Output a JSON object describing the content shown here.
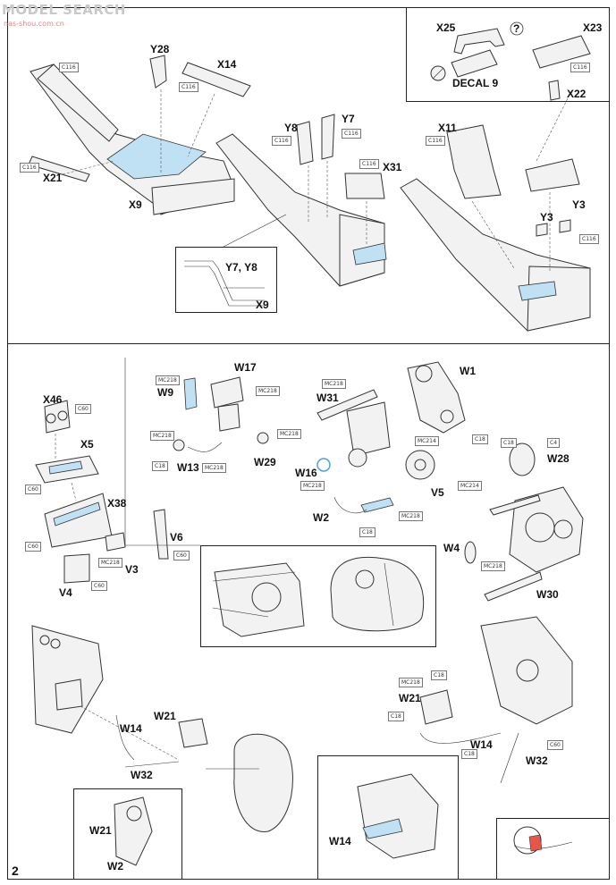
{
  "watermark": {
    "brand": "MODEL SEARCH",
    "site": "nas-shou.com.cn"
  },
  "page_number": "2",
  "top_section": {
    "parts": {
      "y28": "Y28",
      "x14": "X14",
      "x21": "X21",
      "x9": "X9",
      "y8": "Y8",
      "y7": "Y7",
      "x31": "X31",
      "y7y8": "Y7, Y8",
      "x9_detail": "X9",
      "x25": "X25",
      "decal": "DECAL 9",
      "x23": "X23",
      "x22": "X22",
      "x11": "X11",
      "y3a": "Y3",
      "y3b": "Y3",
      "question": "?"
    },
    "refs": {
      "c116a": "C116",
      "c116b": "C116",
      "c116c": "C116",
      "c116d": "C116",
      "c116e": "C116",
      "c116f": "C116",
      "c116g": "C116",
      "c116h": "C116",
      "c116i": "C116"
    }
  },
  "bottom_section": {
    "parts": {
      "x46": "X46",
      "x5": "X5",
      "x38": "X38",
      "v6": "V6",
      "v3": "V3",
      "v4": "V4",
      "w17": "W17",
      "w9": "W9",
      "w13": "W13",
      "w29": "W29",
      "w1": "W1",
      "w31": "W31",
      "w16": "W16",
      "v5": "V5",
      "w2": "W2",
      "w28": "W28",
      "w4": "W4",
      "w30": "W30",
      "w21a": "W21",
      "w14a": "W14",
      "w32a": "W32",
      "w21b": "W21",
      "w14b": "W14",
      "w32b": "W32",
      "w21c": "W21",
      "w2b": "W2",
      "w14c": "W14"
    },
    "refs": {
      "c60a": "C60",
      "c60b": "C60",
      "c60c": "C60",
      "c60d": "C60",
      "c60e": "C60",
      "c60f": "C60",
      "mc218a": "MC218",
      "mc218b": "MC218",
      "mc218c": "MC218",
      "mc218d": "MC218",
      "mc218e": "MC218",
      "mc218f": "MC218",
      "mc218g": "MC218",
      "mc218h": "MC218",
      "mc218i": "MC218",
      "mc218j": "MC218",
      "mc218k": "MC218",
      "c18a": "C18",
      "c18b": "C18",
      "c18c": "C18",
      "c18d": "C18",
      "c18e": "C18",
      "c18f": "C18",
      "c18g": "C18",
      "mc214a": "MC214",
      "mc214b": "MC214",
      "c4": "C4"
    }
  },
  "colors": {
    "highlight": "#bfe1f3",
    "line": "#333333",
    "panel": "#f2f2f2"
  }
}
